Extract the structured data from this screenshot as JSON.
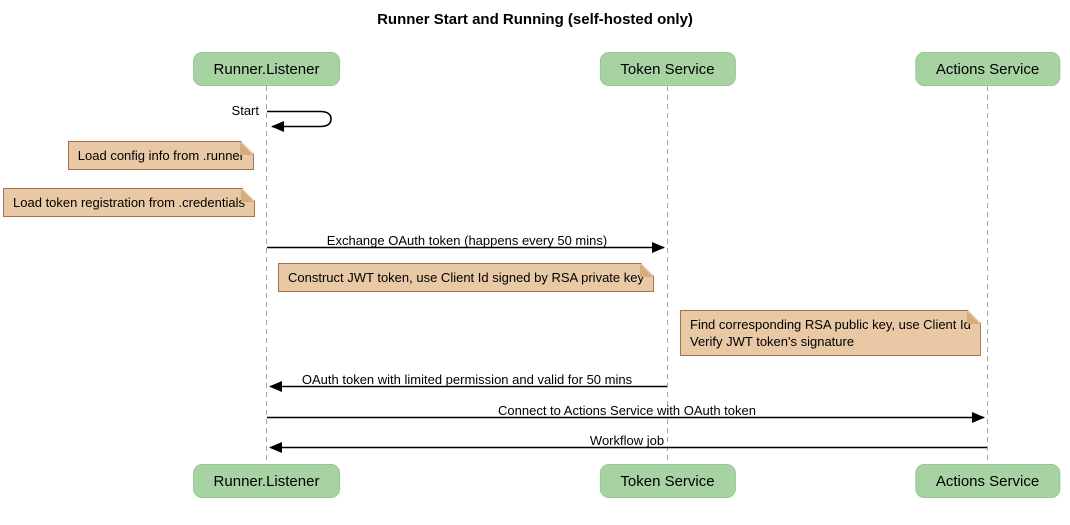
{
  "title": "Runner Start and Running (self-hosted only)",
  "participants": [
    {
      "label": "Runner.Listener"
    },
    {
      "label": "Token Service"
    },
    {
      "label": "Actions Service"
    }
  ],
  "messages": [
    {
      "label": "Start",
      "from": "Runner.Listener",
      "to": "Runner.Listener",
      "kind": "self"
    },
    {
      "label": "Exchange OAuth token (happens every 50 mins)",
      "from": "Runner.Listener",
      "to": "Token Service",
      "kind": "solid"
    },
    {
      "label": "OAuth token with limited permission and valid for 50 mins",
      "from": "Token Service",
      "to": "Runner.Listener",
      "kind": "solid"
    },
    {
      "label": "Connect to Actions Service with OAuth token",
      "from": "Runner.Listener",
      "to": "Actions Service",
      "kind": "solid"
    },
    {
      "label": "Workflow job",
      "from": "Actions Service",
      "to": "Runner.Listener",
      "kind": "solid"
    }
  ],
  "notes": [
    {
      "lines": [
        "Load config info from .runner"
      ],
      "position": "left of Runner.Listener"
    },
    {
      "lines": [
        "Load token registration from .credentials"
      ],
      "position": "left of Runner.Listener"
    },
    {
      "lines": [
        "Construct JWT token, use Client Id signed by RSA private key"
      ],
      "position": "between Runner.Listener and Token Service"
    },
    {
      "lines": [
        "Find corresponding RSA public key, use Client Id",
        "Verify JWT token's signature"
      ],
      "position": "left of Actions Service"
    }
  ],
  "colors": {
    "participant_fill": "#a7d3a3",
    "participant_border": "#96c792",
    "note_fill": "#e9c8a6",
    "note_border": "#a0714a",
    "note_fold": "#d4ac7e",
    "lifeline": "#a6a6a6",
    "arrow": "#000000",
    "text": "#000000",
    "background": "#ffffff"
  }
}
